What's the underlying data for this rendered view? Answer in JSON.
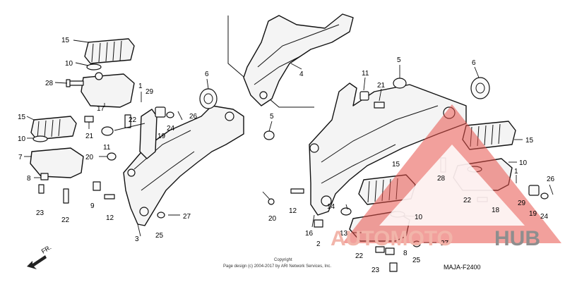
{
  "callouts": {
    "p15a": "15",
    "p10a": "10",
    "p28a": "28",
    "p1a": "1",
    "p29a": "29",
    "p17": "17",
    "p22a": "22",
    "p19a": "19",
    "p24a": "24",
    "p26a": "26",
    "p6a": "6",
    "p5a": "5",
    "p15b": "15",
    "p10b": "10",
    "p21a": "21",
    "p11a": "11",
    "p7": "7",
    "p20a": "20",
    "p8a": "8",
    "p9": "9",
    "p23a": "23",
    "p22b": "22",
    "p12a": "12",
    "p25a": "25",
    "p27a": "27",
    "p3": "3",
    "p4": "4",
    "p11b": "11",
    "p21b": "21",
    "p5b": "5",
    "p6b": "6",
    "p15c": "15",
    "p10c": "10",
    "p15d": "15",
    "p28b": "28",
    "p1b": "1",
    "p26b": "26",
    "p22c": "22",
    "p29b": "29",
    "p18": "18",
    "p19b": "19",
    "p24b": "24",
    "p14": "14",
    "p12b": "12",
    "p20b": "20",
    "p16": "16",
    "p2": "2",
    "p10d": "10",
    "p13": "13",
    "p22d": "22",
    "p8b": "8",
    "p27b": "27",
    "p25b": "25",
    "p23b": "23"
  },
  "front_indicator": "FR.",
  "copyright_line1": "Copyright",
  "copyright_line2": "Page design (c) 2004-2017 by ARI Network Services, Inc.",
  "diagram_code": "MAJA-F2400",
  "watermark": {
    "auto": "AUTOMOTO",
    "hub": "HUB",
    "accent_color": "#e8524a",
    "gray_color": "#8e8e8e"
  }
}
